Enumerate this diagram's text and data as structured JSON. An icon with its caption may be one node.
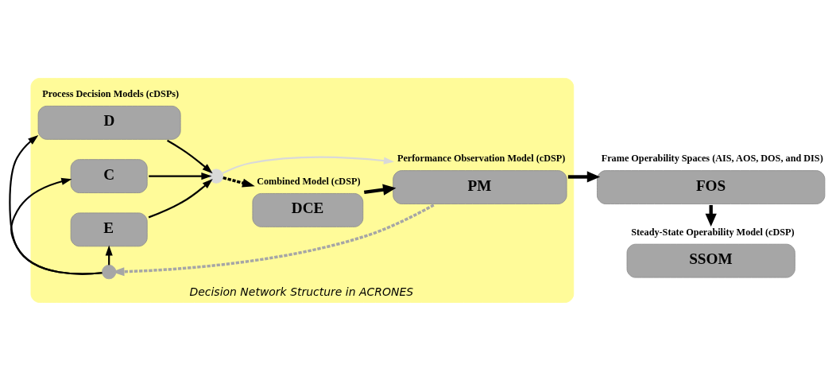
{
  "diagram": {
    "nodes": [
      {
        "text": [
          "Decision Network Structure in ACRONES"
        ]
      },
      {
        "text": [
          "D"
        ],
        "in": 0,
        "beside": [
          "Process Decision Models (cDSPs)"
        ]
      },
      {
        "text": [
          "C"
        ],
        "in": 0
      },
      {
        "text": [
          "E"
        ],
        "in": 0
      },
      {
        "text": [],
        "shape": "circle",
        "in": 0
      },
      {
        "text": [],
        "shape": "circle",
        "in": 0
      },
      {
        "text": [
          "DCE"
        ],
        "in": 0,
        "beside": [
          "Combined Model (cDSP)"
        ]
      },
      {
        "text": [
          "PM"
        ],
        "in": 0,
        "beside": [
          "Performance Observation Model (cDSP)"
        ]
      },
      {
        "text": [
          "FOS"
        ],
        "beside": [
          "Frame Operability Spaces (AIS, AOS, DOS, and DIS)"
        ]
      },
      {
        "text": [
          "SSOM"
        ],
        "beside": [
          "Steady-State Operability Model (cDSP)"
        ]
      }
    ],
    "edges": [
      {
        "from": 4,
        "to": 1,
        "arrow": "to"
      },
      {
        "from": 4,
        "to": 2,
        "arrow": "to"
      },
      {
        "from": 4,
        "to": 3,
        "arrow": "to"
      },
      {
        "from": 1,
        "to": 5,
        "arrow": "to"
      },
      {
        "from": 2,
        "to": 5,
        "arrow": "to"
      },
      {
        "from": 3,
        "to": 5,
        "arrow": "to"
      },
      {
        "from": 5,
        "to": 6,
        "arrow": "to",
        "style": "dashed"
      },
      {
        "from": 6,
        "to": 7,
        "arrow": "to",
        "style": "thick"
      },
      {
        "from": 7,
        "to": 4,
        "arrow": "to",
        "style": "dashed",
        "color": "#a6a6a6"
      },
      {
        "from": 5,
        "to": 7,
        "arrow": "to",
        "color": "#d9d9d9"
      },
      {
        "from": 7,
        "to": 8,
        "arrow": "to",
        "style": "thick"
      },
      {
        "from": 8,
        "to": 9,
        "arrow": "to",
        "style": "thick"
      }
    ]
  }
}
